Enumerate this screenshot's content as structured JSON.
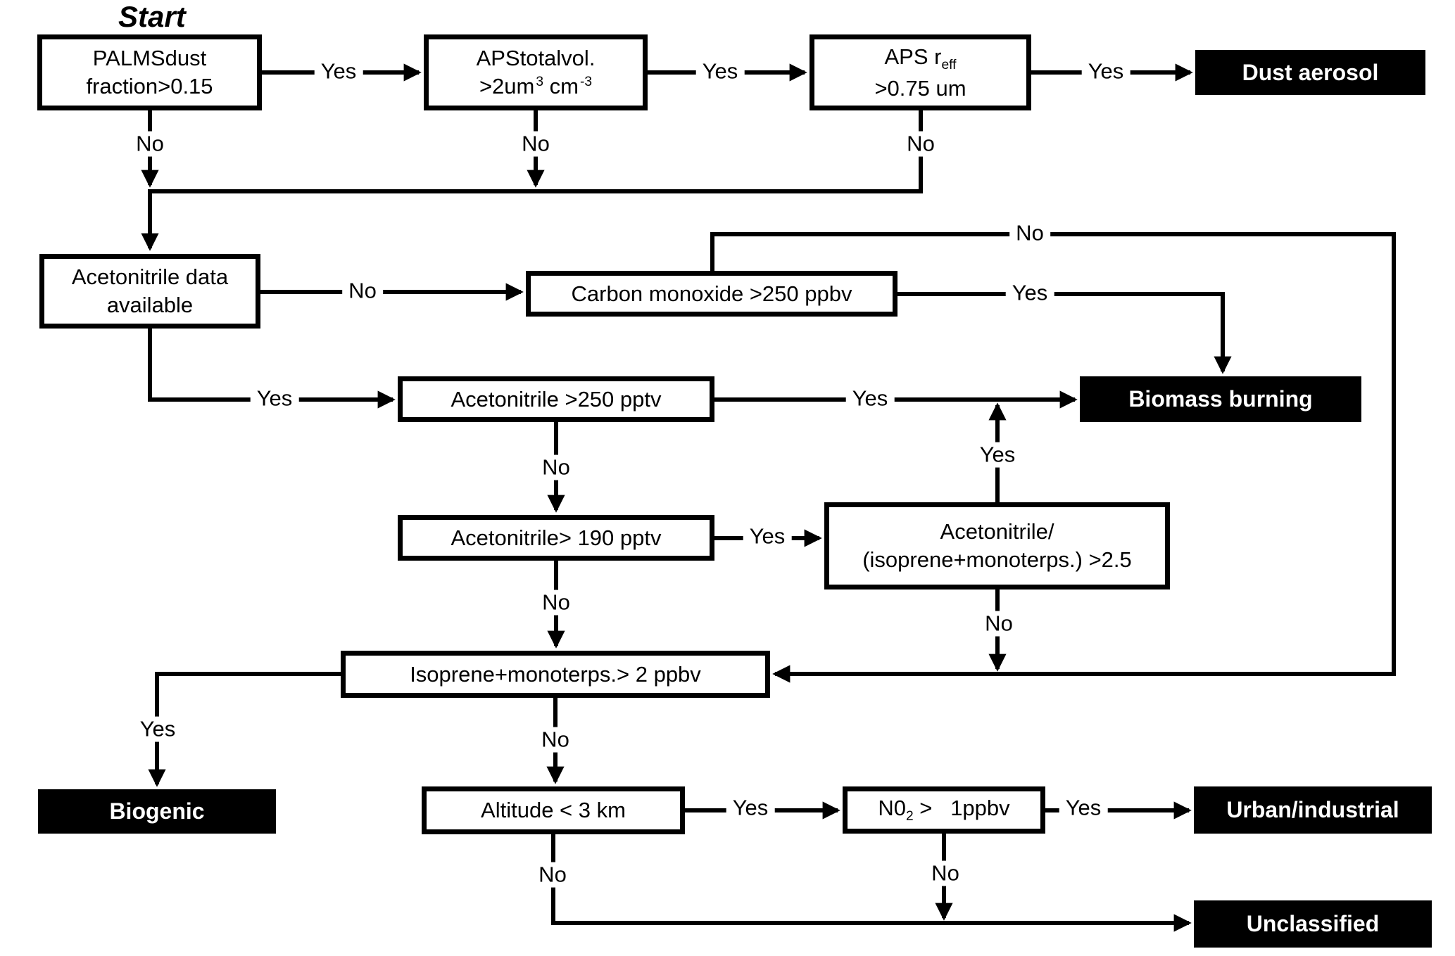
{
  "background": "#ffffff",
  "colors": {
    "line": "#000000",
    "box_border": "#000000",
    "box_fill": "#ffffff",
    "box_text": "#000000",
    "terminal_fill": "#000000",
    "terminal_text": "#ffffff"
  },
  "start_label": "Start",
  "labels": {
    "yes": "Yes",
    "no": "No"
  },
  "nodes": {
    "palms_dust": {
      "line1": "PALMSdust",
      "line2": "fraction>0.15"
    },
    "aps_total_vol": {
      "line1": "APStotalvol.",
      "line2_base": ">2um",
      "line2_sup1": "3",
      "line2_mid": " cm",
      "line2_sup2": "-3"
    },
    "aps_reff": {
      "line1_base": "APS r",
      "line1_sub": "eff",
      "line2": ">0.75 um"
    },
    "dust_aerosol": {
      "label": "Dust aerosol"
    },
    "acetonitrile_data": {
      "line1": "Acetonitrile data",
      "line2": "available"
    },
    "carbon_monoxide": {
      "label": "Carbon monoxide >250 ppbv"
    },
    "acetonitrile_250": {
      "label": "Acetonitrile >250 pptv"
    },
    "biomass_burning": {
      "label": "Biomass burning"
    },
    "acetonitrile_190": {
      "label": "Acetonitrile> 190 pptv"
    },
    "acetonitrile_ratio": {
      "line1": "Acetonitrile/",
      "line2": "(isoprene+monoterps.) >2.5"
    },
    "isoprene_monoterps": {
      "label": "Isoprene+monoterps.> 2 ppbv"
    },
    "biogenic": {
      "label": "Biogenic"
    },
    "altitude": {
      "label": "Altitude < 3 km"
    },
    "no2": {
      "base": "N0",
      "sub": "2",
      "rest": " >   1ppbv"
    },
    "urban_industrial": {
      "label": "Urban/industrial"
    },
    "unclassified": {
      "label": "Unclassified"
    }
  }
}
